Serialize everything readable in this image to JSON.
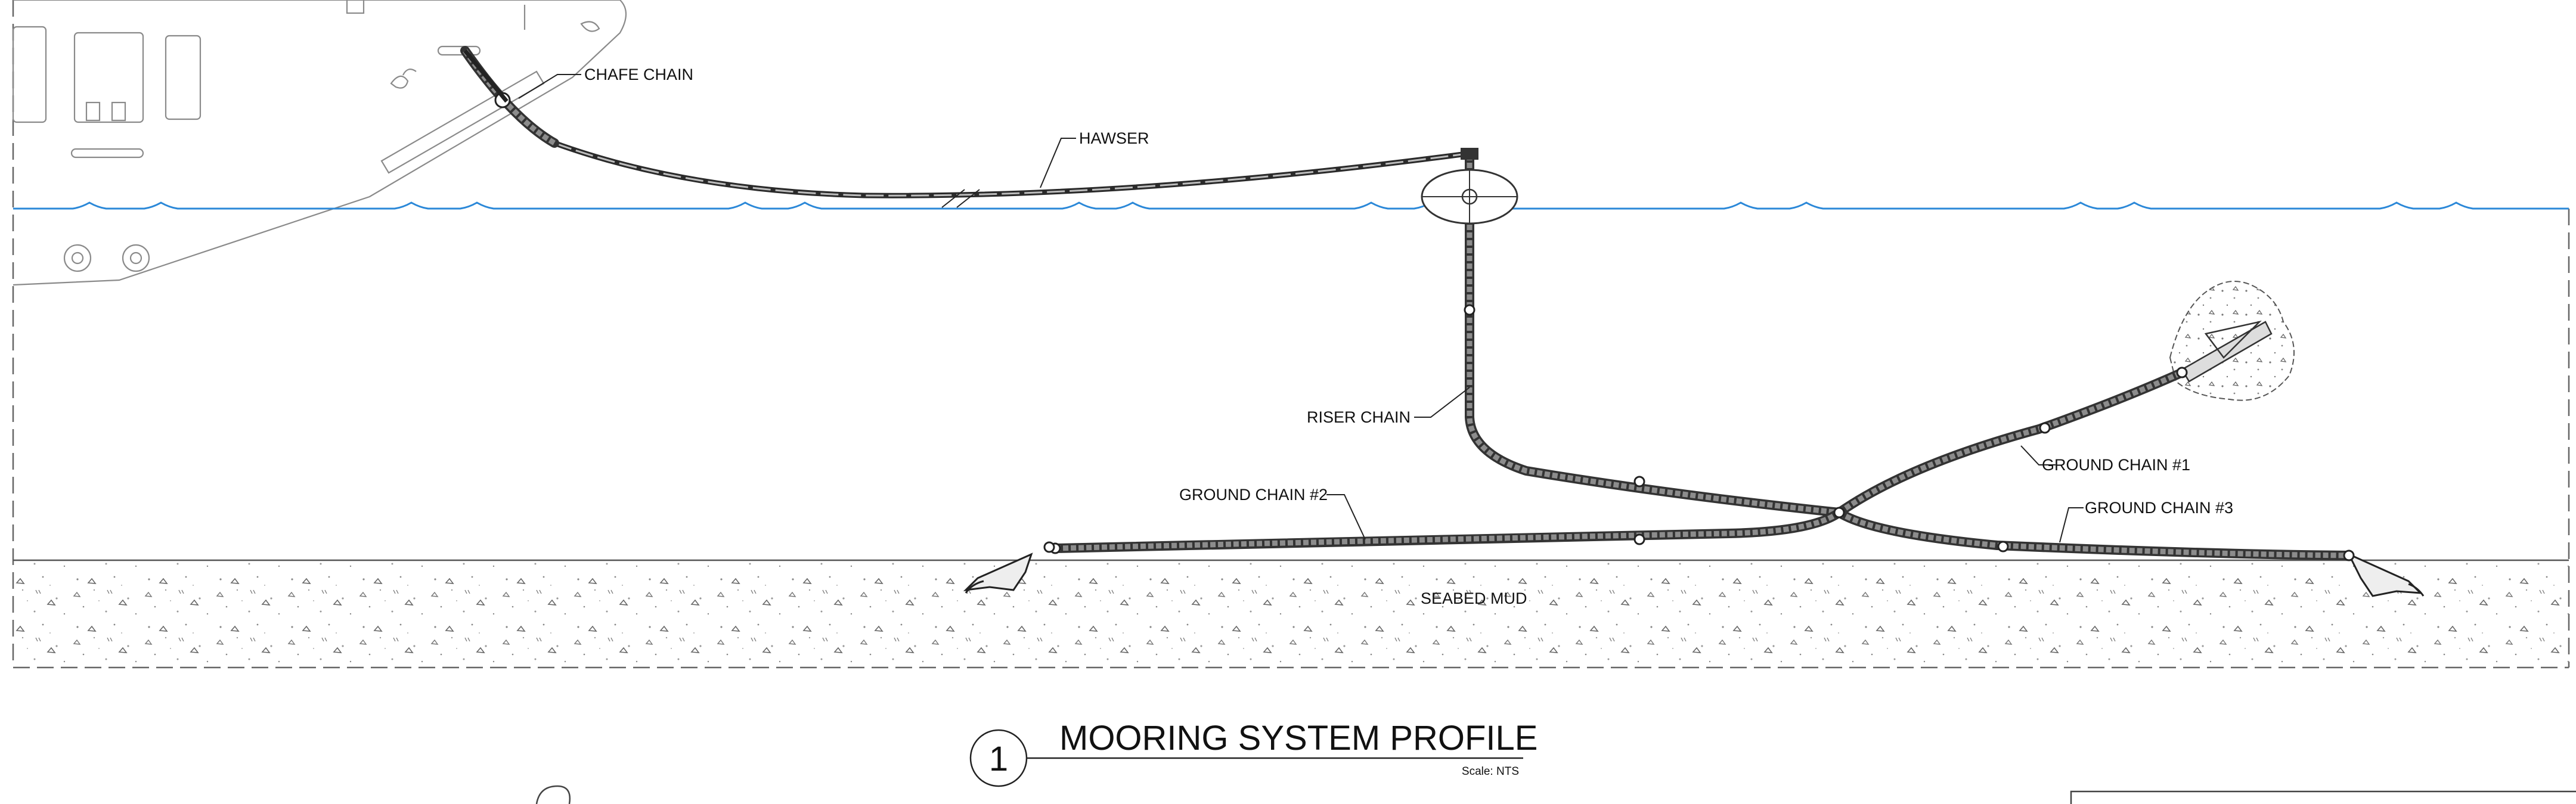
{
  "labels": {
    "chafe_chain": "CHAFE CHAIN",
    "hawser": "HAWSER",
    "riser_chain": "RISER CHAIN",
    "ground_chain_1": "GROUND CHAIN #1",
    "ground_chain_2": "GROUND CHAIN #2",
    "ground_chain_3": "GROUND CHAIN #3",
    "seabed_mud": "SEABED MUD"
  },
  "title_block": {
    "number": "1",
    "title": "MOORING SYSTEM PROFILE",
    "scale": "Scale: NTS"
  },
  "colors": {
    "water": "#2b88d8",
    "chain": "#333333",
    "vessel": "#8a8a8a",
    "seabed": "#555555"
  }
}
